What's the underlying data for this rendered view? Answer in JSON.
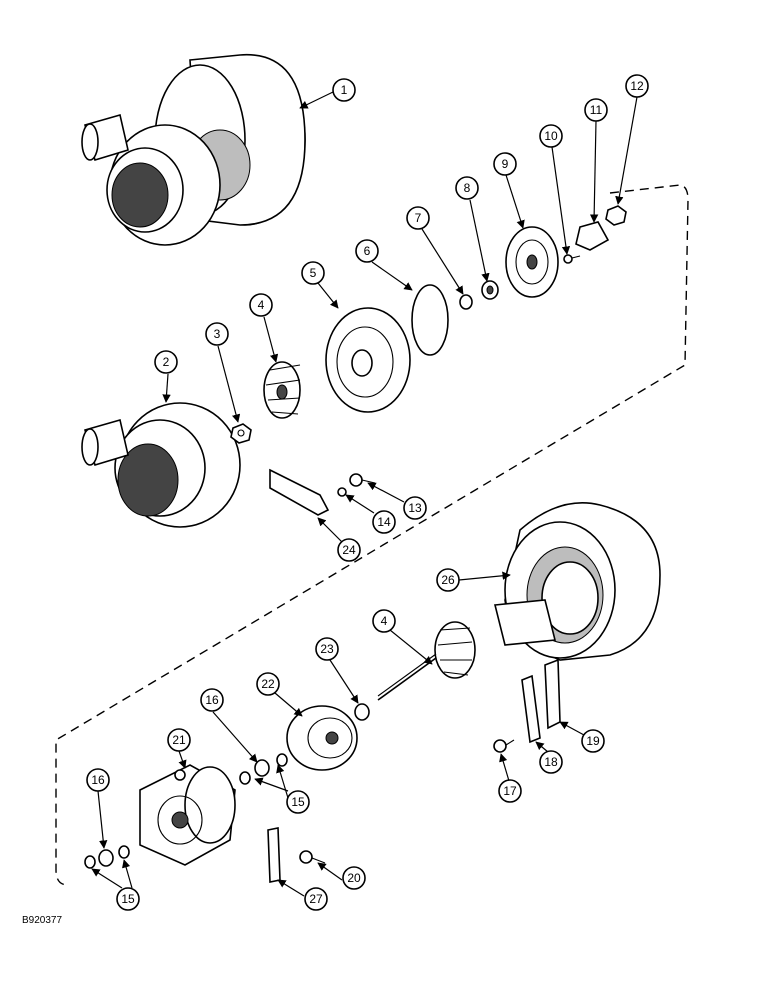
{
  "figure_id": "B920377",
  "callouts": [
    "1",
    "2",
    "3",
    "4",
    "5",
    "6",
    "7",
    "8",
    "9",
    "10",
    "11",
    "12",
    "13",
    "14",
    "24",
    "26",
    "4",
    "23",
    "22",
    "21",
    "16",
    "15",
    "17",
    "18",
    "19",
    "16",
    "15",
    "27",
    "20"
  ]
}
